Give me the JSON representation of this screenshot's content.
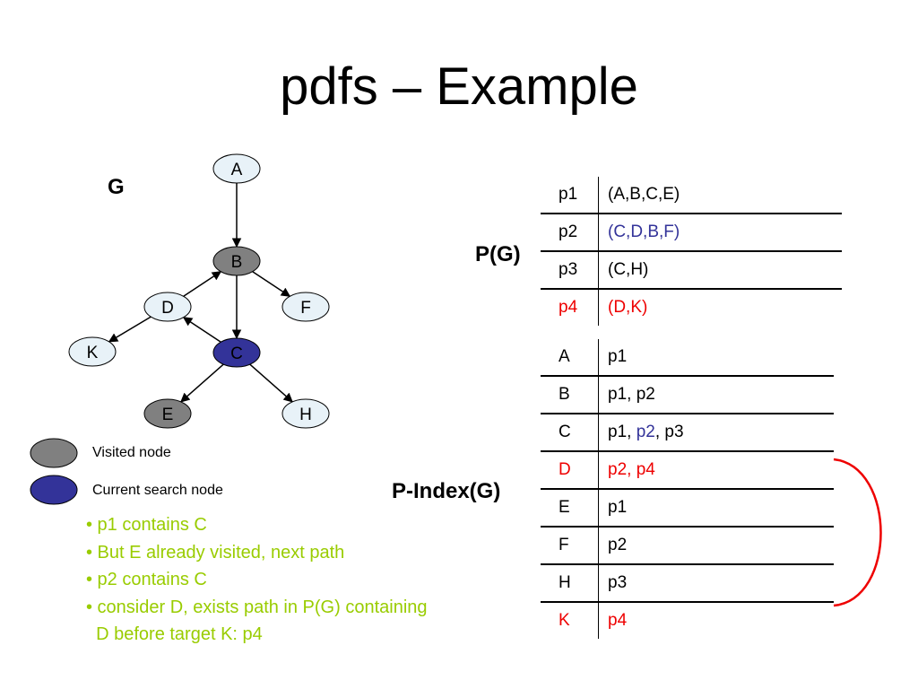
{
  "slide": {
    "title": "pdfs – Example"
  },
  "graph": {
    "label": "G",
    "nodes": [
      {
        "id": "A",
        "label": "A",
        "state": "unvisited"
      },
      {
        "id": "B",
        "label": "B",
        "state": "visited"
      },
      {
        "id": "D",
        "label": "D",
        "state": "unvisited"
      },
      {
        "id": "F",
        "label": "F",
        "state": "unvisited"
      },
      {
        "id": "K",
        "label": "K",
        "state": "unvisited"
      },
      {
        "id": "C",
        "label": "C",
        "state": "current"
      },
      {
        "id": "E",
        "label": "E",
        "state": "visited"
      },
      {
        "id": "H",
        "label": "H",
        "state": "unvisited"
      }
    ],
    "edges": [
      [
        "A",
        "B"
      ],
      [
        "B",
        "C"
      ],
      [
        "D",
        "B"
      ],
      [
        "B",
        "F"
      ],
      [
        "C",
        "D"
      ],
      [
        "D",
        "K"
      ],
      [
        "C",
        "E"
      ],
      [
        "C",
        "H"
      ]
    ],
    "colors": {
      "unvisited": "#e8f2f8",
      "visited": "#808080",
      "current": "#333399",
      "stroke": "#000000"
    }
  },
  "legend": {
    "visited": "Visited node",
    "current": "Current search node"
  },
  "bullets": [
    "• p1 contains C",
    "• But E already visited, next path",
    "• p2 contains C",
    "• consider D, exists path in P(G) containing",
    "  D before target K: p4"
  ],
  "paths_table": {
    "label": "P(G)",
    "rows": [
      {
        "key": "p1",
        "value": "(A,B,C,E)",
        "style": "normal"
      },
      {
        "key": "p2",
        "value": "(C,D,B,F)",
        "style": "blue"
      },
      {
        "key": "p3",
        "value": "(C,H)",
        "style": "normal"
      },
      {
        "key": "p4",
        "value": "(D,K)",
        "style": "red"
      }
    ]
  },
  "index_table": {
    "label": "P-Index(G)",
    "rows": [
      {
        "key": "A",
        "v1": "p1",
        "sep": "",
        "v2": "",
        "sep2": "",
        "v3": "",
        "style": "normal"
      },
      {
        "key": "B",
        "v1": "p1, p2",
        "sep": "",
        "v2": "",
        "sep2": "",
        "v3": "",
        "style": "normal"
      },
      {
        "key": "C",
        "v1": "p1",
        "sep": ", ",
        "v2": "p2",
        "sep2": ", ",
        "v3": "p3",
        "style": "mixed"
      },
      {
        "key": "D",
        "v1": "p2, p4",
        "sep": "",
        "v2": "",
        "sep2": "",
        "v3": "",
        "style": "red"
      },
      {
        "key": "E",
        "v1": "p1",
        "sep": "",
        "v2": "",
        "sep2": "",
        "v3": "",
        "style": "normal"
      },
      {
        "key": "F",
        "v1": "p2",
        "sep": "",
        "v2": "",
        "sep2": "",
        "v3": "",
        "style": "normal"
      },
      {
        "key": "H",
        "v1": "p3",
        "sep": "",
        "v2": "",
        "sep2": "",
        "v3": "",
        "style": "normal"
      },
      {
        "key": "K",
        "v1": "p4",
        "sep": "",
        "v2": "",
        "sep2": "",
        "v3": "",
        "style": "red"
      }
    ],
    "bracket_color": "#ee0000"
  }
}
